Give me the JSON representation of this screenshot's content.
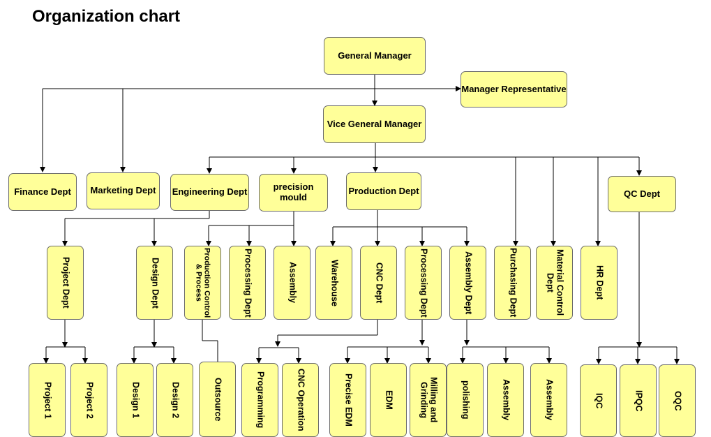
{
  "title": "Organization chart",
  "colors": {
    "box_fill": "#ffff99",
    "box_border": "#6b6b6b",
    "line": "#000000"
  },
  "nodes": {
    "general_manager": "General Manager",
    "manager_representative": "Manager Representative",
    "vice_general_manager": "Vice General Manager",
    "finance_dept": "Finance Dept",
    "marketing_dept": "Marketing Dept",
    "engineering_dept": "Engineering Dept",
    "precision_mould": "precision mould",
    "production_dept": "Production Dept",
    "qc_dept": "QC Dept",
    "project_dept": "Project Dept",
    "design_dept": "Design Dept",
    "production_control_process": "Production Control & Process",
    "processing_dept_a": "Processing Dept",
    "assembly_a": "Assembly",
    "warehouse": "Warehouse",
    "cnc_dept": "CNC Dept",
    "processing_dept_b": "Processing Dept",
    "assembly_dept": "Assembly Dept",
    "purchasing_dept": "Purchasing Dept",
    "material_control_dept": "Material Control Dept",
    "hr_dept": "HR Dept",
    "project_1": "Project 1",
    "project_2": "Project 2",
    "design_1": "Design 1",
    "design_2": "Design 2",
    "outsource": "Outsource",
    "programming": "Programming",
    "cnc_operation": "CNC Operation",
    "precise_edm": "Precise EDM",
    "edm": "EDM",
    "milling_grinding": "Milling and Grinding",
    "polishing": "polishing",
    "assembly_b": "Assembly",
    "assembly_c": "Assembly",
    "iqc": "IQC",
    "ipqc": "IPQC",
    "oqc": "OQC"
  }
}
